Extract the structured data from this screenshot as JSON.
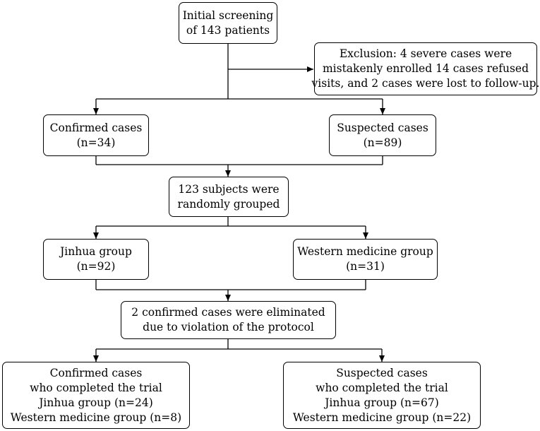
{
  "flowchart": {
    "screening": {
      "lines": [
        "Initial screening",
        "of 143 patients"
      ]
    },
    "exclusion": {
      "lines": [
        "Exclusion: 4 severe cases were",
        "mistakenly enrolled 14 cases refused",
        "visits, and 2 cases were lost to follow-up."
      ]
    },
    "confirmed": {
      "lines": [
        "Confirmed cases",
        "(n=34)"
      ]
    },
    "suspected": {
      "lines": [
        "Suspected cases",
        "(n=89)"
      ]
    },
    "randomized": {
      "lines": [
        "123 subjects were",
        "randomly grouped"
      ]
    },
    "jinhua": {
      "lines": [
        "Jinhua group",
        "(n=92)"
      ]
    },
    "western": {
      "lines": [
        "Western medicine group",
        "(n=31)"
      ]
    },
    "eliminated": {
      "lines": [
        "2 confirmed cases were eliminated",
        "due to violation of the protocol"
      ]
    },
    "confirmed_completed": {
      "lines": [
        "Confirmed cases",
        "who completed the trial",
        "Jinhua group (n=24)",
        "Western medicine group (n=8)"
      ]
    },
    "suspected_completed": {
      "lines": [
        "Suspected cases",
        "who completed the trial",
        "Jinhua group (n=67)",
        "Western medicine group (n=22)"
      ]
    }
  }
}
